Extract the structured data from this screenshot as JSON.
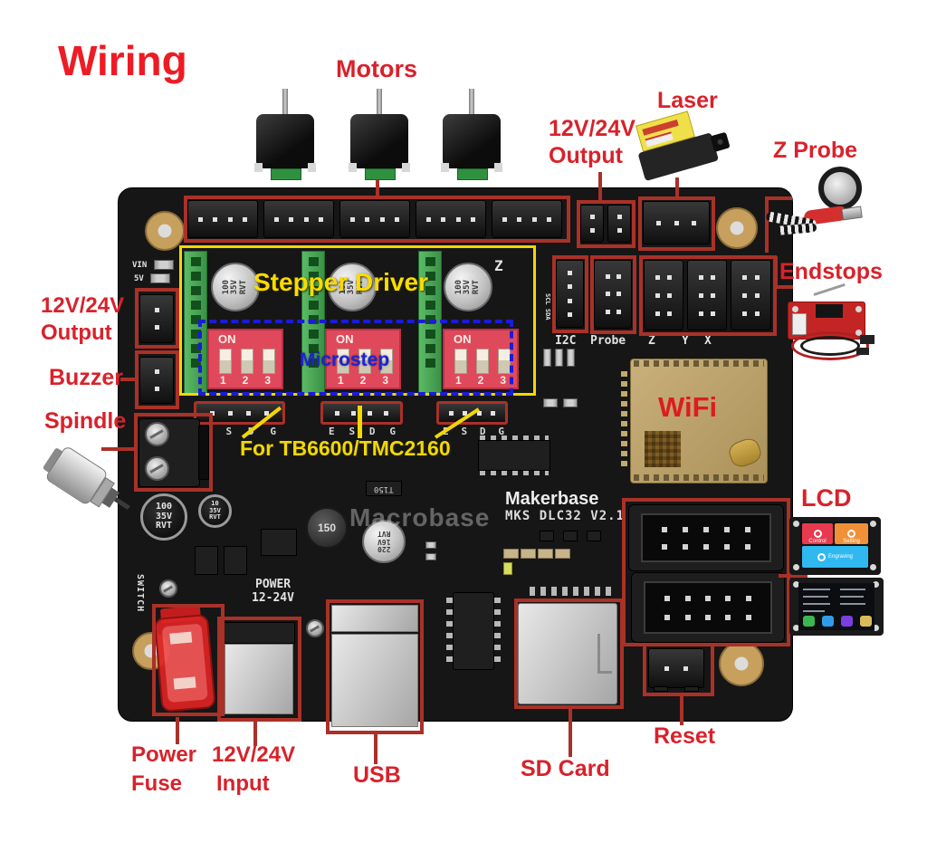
{
  "title": "Wiring",
  "colors": {
    "annotation_box_red": "#a93128",
    "label_red": "#d8222b",
    "stepper_box_yellow": "#f2d704",
    "microstep_blue": "#1f24cc",
    "board_black": "#161616",
    "socket_green": "#46a552",
    "dip_switch_pink": "#e0495c",
    "wifi_gold": "#c0a465",
    "endstop_pcb_red": "#c32525"
  },
  "labels": {
    "motors": "Motors",
    "laser": "Laser",
    "output_top_line1": "12V/24V",
    "output_top_line2": "Output",
    "z_probe": "Z Probe",
    "endstops": "Endstops",
    "output_left_line1": "12V/24V",
    "output_left_line2": "Output",
    "buzzer": "Buzzer",
    "spindle": "Spindle",
    "lcd": "LCD",
    "reset": "Reset",
    "sd_card": "SD Card",
    "usb": "USB",
    "input_line1": "12V/24V",
    "input_line2": "Input",
    "fuse_line1": "Power",
    "fuse_line2": "Fuse"
  },
  "board": {
    "brand": "Makerbase",
    "model": "MKS DLC32 V2.1",
    "watermark": "Macrobase",
    "wifi": "WiFi",
    "stepper_driver": "Stepper Driver",
    "microstep": "Microstep",
    "driver_note": "For TB6600/TMC2160",
    "silk": {
      "vin": "VIN",
      "v5": "5V",
      "scl_sda": "SCL SDA",
      "i2c": "I2C",
      "probe": "Probe",
      "z": "Z",
      "y": "Y",
      "x": "X",
      "switch": "SWITCH",
      "power_line1": "POWER",
      "power_line2": "12-24V"
    },
    "dip": {
      "on": "ON",
      "n1": "1",
      "n2": "2",
      "n3": "3"
    },
    "pins": {
      "p1": "E",
      "p2": "S",
      "p3": "D",
      "p4": "G"
    },
    "parts": {
      "cap_100": "100\n35V\nRVT",
      "cap_220": "220\n16V\nRVT",
      "cap_10": "10\n35V\nRVT",
      "inductor": "150",
      "t150": "T150"
    }
  },
  "lcd_screens": {
    "screen1": {
      "tile1": "Control",
      "tile2": "Setting",
      "tile3": "Engraving"
    }
  }
}
